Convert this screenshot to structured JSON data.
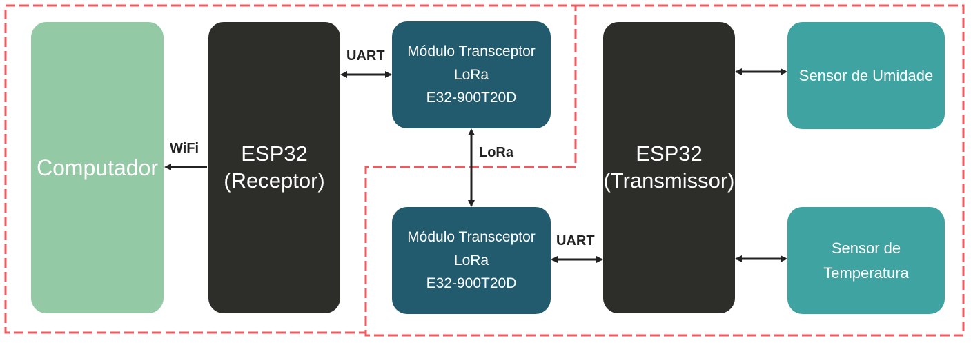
{
  "blocks": {
    "computer": "Computador",
    "esp_receiver": {
      "line1": "ESP32",
      "line2": "(Receptor)"
    },
    "esp_transmitter": {
      "line1": "ESP32",
      "line2": "(Transmissor)"
    },
    "lora_module_top": {
      "line1": "Módulo Transceptor",
      "line2": "LoRa",
      "line3": "E32-900T20D"
    },
    "lora_module_bottom": {
      "line1": "Módulo Transceptor",
      "line2": "LoRa",
      "line3": "E32-900T20D"
    },
    "humidity_sensor": "Sensor de Umidade",
    "temperature_sensor": {
      "line1": "Sensor de",
      "line2": "Temperatura"
    }
  },
  "connections": {
    "wifi": "WiFi",
    "uart_top": "UART",
    "lora": "LoRa",
    "uart_bottom": "UART"
  },
  "colors": {
    "computer": "#93c9a4",
    "esp": "#2d2d2a",
    "lora_module": "#225b6e",
    "sensor": "#3ea3a1",
    "boundary": "#ee5a5e",
    "arrow": "#222222"
  }
}
